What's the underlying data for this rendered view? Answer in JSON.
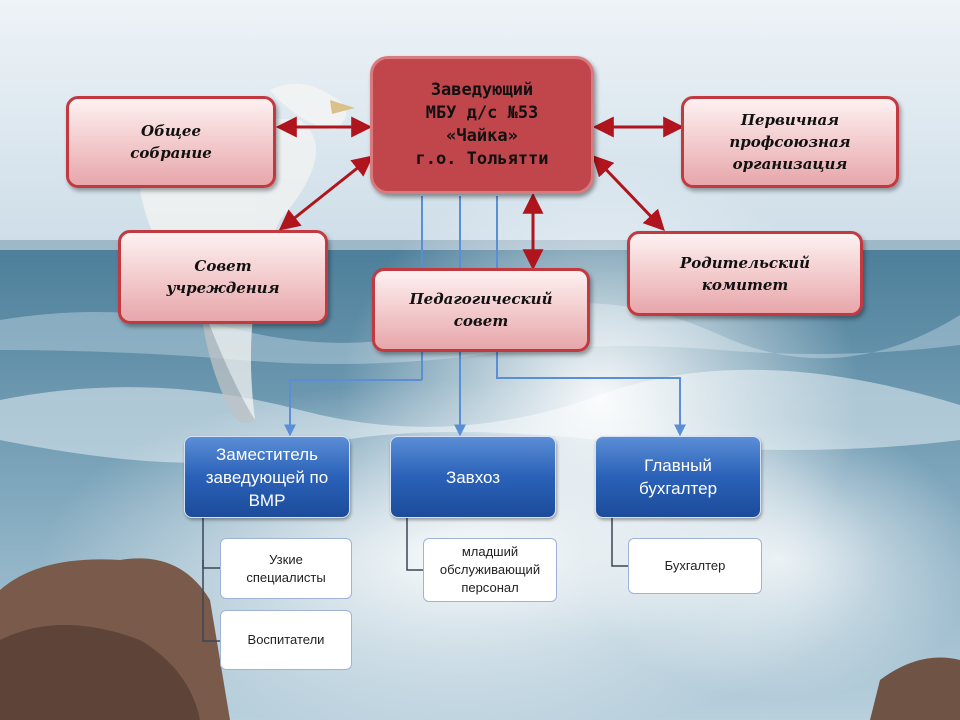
{
  "head": {
    "label": "Заведующий\nМБУ д/с №53\n«Чайка»\nг.о. Тольятти"
  },
  "councils": [
    {
      "label": "Общее\nсобрание"
    },
    {
      "label": "Первичная\nпрофсоюзная\nорганизация"
    },
    {
      "label": "Совет\nучреждения"
    },
    {
      "label": "Родительский\nкомитет"
    },
    {
      "label": "Педагогический\nсовет"
    }
  ],
  "deputies": [
    {
      "label": "Заместитель\nзаведующей по\nВМР"
    },
    {
      "label": "Завхоз"
    },
    {
      "label": "Главный\nбухгалтер"
    }
  ],
  "subordinates": [
    {
      "label": "Узкие\nспециалисты"
    },
    {
      "label": "Воспитатели"
    },
    {
      "label": "младший\nобслуживающий\nперсонал"
    },
    {
      "label": "Бухгалтер"
    }
  ],
  "colors": {
    "red_border": "#c23a40",
    "blue_box": "#2a61b8",
    "arrow_red": "#b0141c",
    "line_blue": "#5a8fd6"
  }
}
